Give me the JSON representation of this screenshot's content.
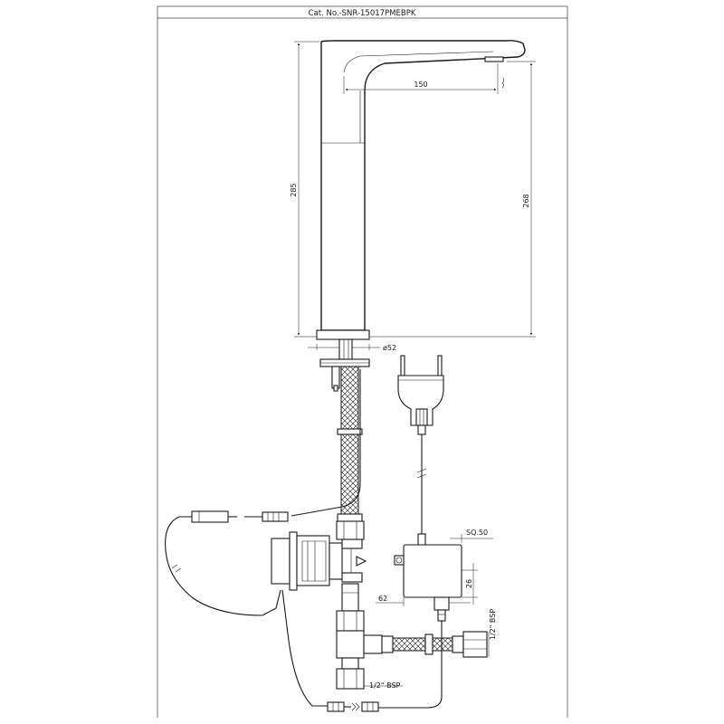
{
  "catalog_number": "Cat. No.-SNR-15017PMEBPK",
  "dimensions": {
    "height_total": "285",
    "height_spout": "268",
    "reach": "150",
    "base_diameter": "ø52",
    "box_width": "SQ.50",
    "box_height": "26",
    "box_offset": "62",
    "inlet_thread_vertical": "1/2\" BSP",
    "inlet_thread_horizontal": "1/2\" BSP"
  }
}
